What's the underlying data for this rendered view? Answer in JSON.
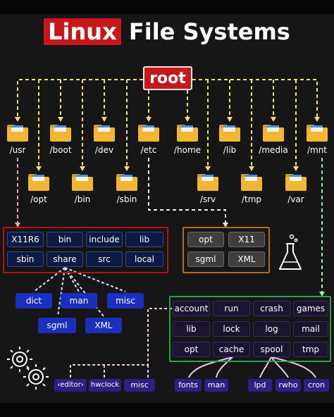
{
  "title": {
    "accent": "Linux",
    "rest": "File Systems"
  },
  "root": "root",
  "colors": {
    "title_bg": "#c8161d",
    "folder": "#f2b631",
    "usr_panel_border": "#b2131a",
    "etc_panel_border": "#b46d0a",
    "var_panel_border": "#2f9e4a",
    "dashed_main": "#f5e06a",
    "dashed_usr": "#f2a5a5",
    "dashed_share": "#cfe1ff",
    "dashed_var": "#f0c8f0",
    "dashed_green": "#8ff0a0"
  },
  "folders": [
    "/usr",
    "/boot",
    "/dev",
    "/etc",
    "/home",
    "/lib",
    "/media",
    "/mnt",
    "/opt",
    "/bin",
    "/sbin",
    "/srv",
    "/tmp",
    "/var"
  ],
  "usr": {
    "row1": [
      "X11R6",
      "bin",
      "include",
      "lib"
    ],
    "row2": [
      "sbin",
      "share",
      "src",
      "local"
    ]
  },
  "share": {
    "row1": [
      "dict",
      "man",
      "misc"
    ],
    "row2": [
      "sgml",
      "XML"
    ]
  },
  "etc": {
    "row1": [
      "opt",
      "X11"
    ],
    "row2": [
      "sgml",
      "XML"
    ]
  },
  "var": {
    "row1": [
      "account",
      "run",
      "crash",
      "games"
    ],
    "row2": [
      "lib",
      "lock",
      "log",
      "mail"
    ],
    "row3": [
      "opt",
      "cache",
      "spool",
      "tmp"
    ]
  },
  "leaves": {
    "account": [
      "‹editor›",
      "hwclock",
      "misc"
    ],
    "cache": [
      "fonts",
      "man"
    ],
    "spool": [
      "lpd",
      "rwho",
      "cron"
    ]
  },
  "icons": [
    "gears-icon",
    "flask-icon"
  ]
}
